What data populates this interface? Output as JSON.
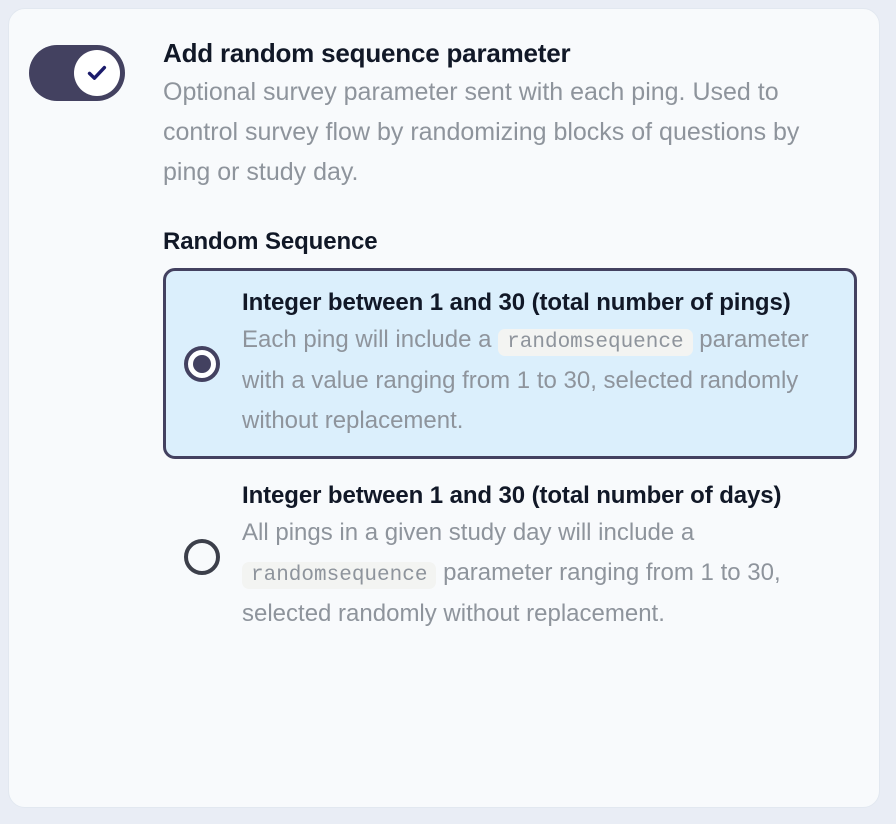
{
  "colors": {
    "page_bg": "#e9edf5",
    "panel_bg": "#f8fafc",
    "toggle_on": "#434160",
    "check_navy": "#1b1b6b",
    "selected_card_bg": "#dbeffc",
    "selected_card_border": "#434160",
    "muted_text": "#8e949c",
    "strong_text": "#111827",
    "code_bg": "#f3f4f2"
  },
  "toggle": {
    "name": "add-random-sequence-parameter-toggle",
    "state": "on",
    "icon": "check-icon"
  },
  "header": {
    "title": "Add random sequence parameter",
    "description": "Optional survey parameter sent with each ping. Used to control survey flow by randomizing blocks of questions by ping or study day."
  },
  "field": {
    "label": "Random Sequence"
  },
  "options": [
    {
      "id": "total-number-of-pings",
      "selected": true,
      "title": "Integer between 1 and 30 (total number of pings)",
      "desc_before": "Each ping will include a",
      "code": "randomsequence",
      "desc_after": "parameter with a value ranging from 1 to 30, selected randomly without replacement."
    },
    {
      "id": "total-number-of-days",
      "selected": false,
      "title": "Integer between 1 and 30 (total number of days)",
      "desc_before": "All pings in a given study day will include a",
      "code": "randomsequence",
      "desc_after": "parameter ranging from 1 to 30, selected randomly without replacement."
    }
  ]
}
